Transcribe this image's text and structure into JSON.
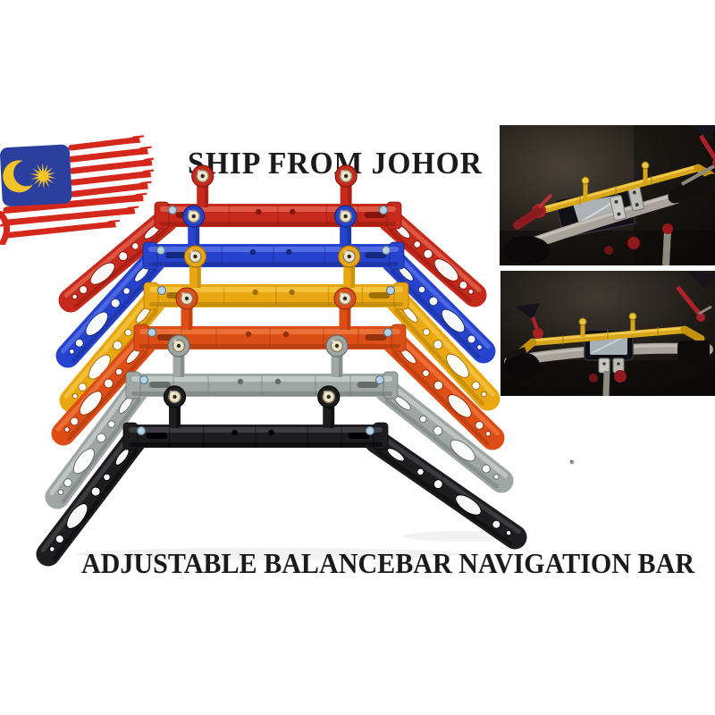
{
  "canvas": {
    "background": "#ffffff"
  },
  "header": {
    "ship_text": "SHIP FROM JOHOR",
    "text_color": "#1b1b1b"
  },
  "footer": {
    "title": "ADJUSTABLE BALANCEBAR NAVIGATION BAR",
    "text_color": "#1b1b1b"
  },
  "flag": {
    "name": "malaysia-flag",
    "red": "#d5281c",
    "blue": "#2b3f9f",
    "yellow": "#f2c427",
    "white": "#ffffff"
  },
  "product": {
    "name": "adjustable-balance-bar",
    "variants": [
      {
        "color_name": "red",
        "main": "#c62a1d",
        "light": "#ef7a62",
        "dark": "#84150c"
      },
      {
        "color_name": "blue",
        "main": "#2742cd",
        "light": "#6b85f2",
        "dark": "#14277f"
      },
      {
        "color_name": "gold",
        "main": "#e9a813",
        "light": "#fbd457",
        "dark": "#a06f06"
      },
      {
        "color_name": "orange",
        "main": "#dd4d16",
        "light": "#f58a50",
        "dark": "#94300a"
      },
      {
        "color_name": "silver",
        "main": "#9fa7a5",
        "light": "#d9dedc",
        "dark": "#646c6b"
      },
      {
        "color_name": "black",
        "main": "#1d1d1f",
        "light": "#55555a",
        "dark": "#000000"
      }
    ],
    "hardware": {
      "bolt_cap": "#ece3cb",
      "bolt_cap_rim": "#8b8261",
      "end_screw": "#b7d2e3",
      "end_screw_rim": "#5c7b90"
    }
  },
  "photos": [
    {
      "name": "installed-bar-photo-side-view"
    },
    {
      "name": "installed-bar-photo-front-view"
    }
  ]
}
